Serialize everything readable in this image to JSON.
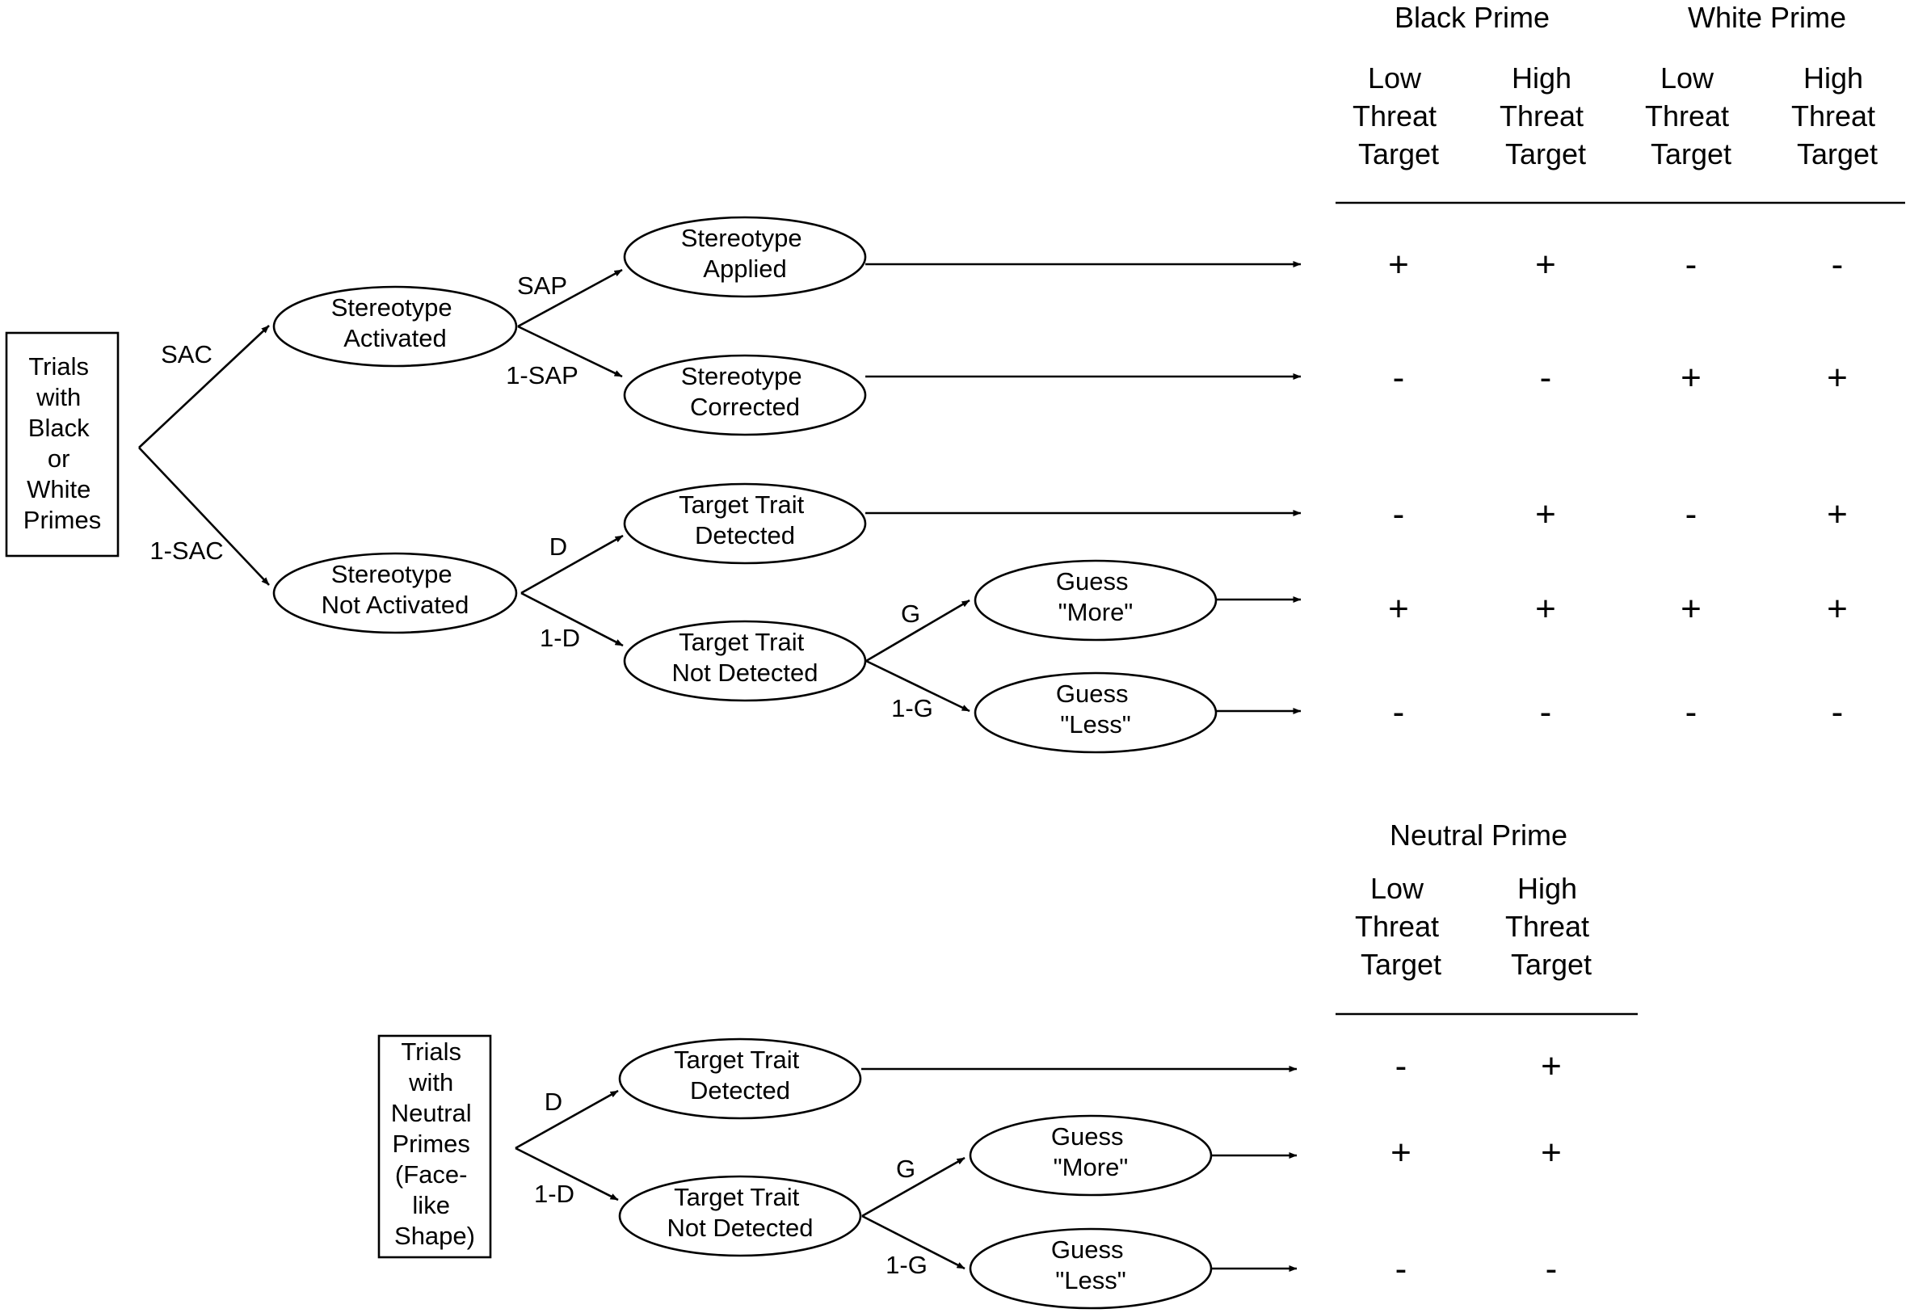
{
  "colors": {
    "ink": "#000000",
    "background": "#ffffff"
  },
  "tree_top": {
    "root": [
      "Trials",
      "with",
      "Black",
      "or",
      "White",
      "Primes"
    ],
    "activated": [
      "Stereotype",
      "Activated"
    ],
    "not_activated": [
      "Stereotype",
      "Not Activated"
    ],
    "applied": [
      "Stereotype",
      "Applied"
    ],
    "corrected": [
      "Stereotype",
      "Corrected"
    ],
    "detected": [
      "Target Trait",
      "Detected"
    ],
    "not_detected": [
      "Target Trait",
      "Not Detected"
    ],
    "guess_more": [
      "Guess",
      "\"More\""
    ],
    "guess_less": [
      "Guess",
      "\"Less\""
    ],
    "labels": {
      "sac": "SAC",
      "not_sac": "1-SAC",
      "sap": "SAP",
      "not_sap": "1-SAP",
      "d": "D",
      "not_d": "1-D",
      "g": "G",
      "not_g": "1-G"
    }
  },
  "table_top": {
    "groups": [
      "Black Prime",
      "White Prime"
    ],
    "columns": [
      [
        "Low",
        "Threat",
        "Target"
      ],
      [
        "High",
        "Threat",
        "Target"
      ],
      [
        "Low",
        "Threat",
        "Target"
      ],
      [
        "High",
        "Threat",
        "Target"
      ]
    ],
    "rows": [
      [
        "+",
        "+",
        "-",
        "-"
      ],
      [
        "-",
        "-",
        "+",
        "+"
      ],
      [
        "-",
        "+",
        "-",
        "+"
      ],
      [
        "+",
        "+",
        "+",
        "+"
      ],
      [
        "-",
        "-",
        "-",
        "-"
      ]
    ]
  },
  "tree_bottom": {
    "root": [
      "Trials",
      "with",
      "Neutral",
      "Primes",
      "(Face-",
      "like",
      "Shape)"
    ],
    "detected": [
      "Target Trait",
      "Detected"
    ],
    "not_detected": [
      "Target Trait",
      "Not Detected"
    ],
    "guess_more": [
      "Guess",
      "\"More\""
    ],
    "guess_less": [
      "Guess",
      "\"Less\""
    ],
    "labels": {
      "d": "D",
      "not_d": "1-D",
      "g": "G",
      "not_g": "1-G"
    }
  },
  "table_bottom": {
    "group": "Neutral Prime",
    "columns": [
      [
        "Low",
        "Threat",
        "Target"
      ],
      [
        "High",
        "Threat",
        "Target"
      ]
    ],
    "rows": [
      [
        "-",
        "+"
      ],
      [
        "+",
        "+"
      ],
      [
        "-",
        "-"
      ]
    ]
  }
}
